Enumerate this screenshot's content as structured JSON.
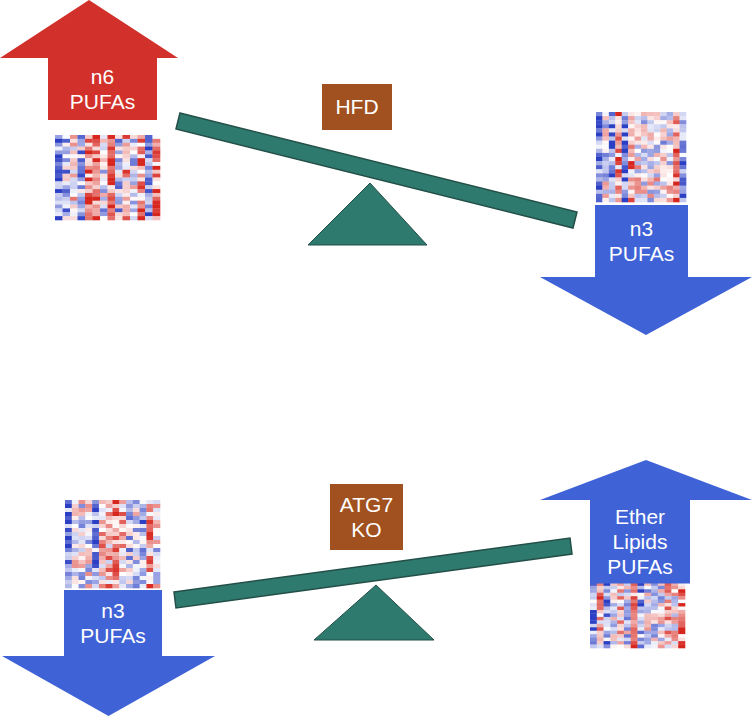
{
  "diagram": {
    "nodes": [
      {
        "text": [
          "n6 PUFAs"
        ]
      },
      {
        "text": [
          "HFD"
        ]
      },
      {
        "text": [
          "n3 PUFAs"
        ]
      },
      {
        "text": [
          "ATG7 KO"
        ]
      },
      {
        "text": [
          "n3 PUFAs"
        ]
      },
      {
        "text": [
          "Ether Lipids PUFAs"
        ]
      }
    ]
  }
}
